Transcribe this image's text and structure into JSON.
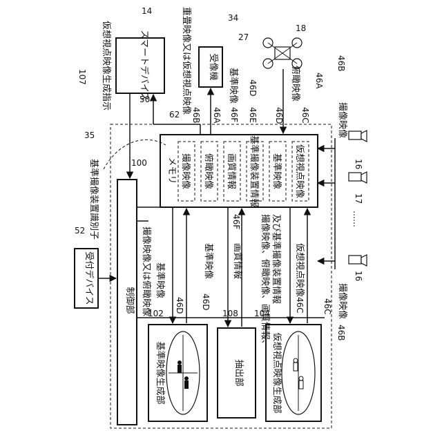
{
  "blocks": {
    "control": "制御部",
    "memory": "メモリ",
    "smart_device": "スマートデバイス",
    "receiver": "受像機",
    "accept_device": "受付デバイス",
    "ref_gen": "基準映像生成部",
    "extract": "抽出部",
    "virtual_gen": "仮想視点映像生成部"
  },
  "memory_items": [
    "撮像映像",
    "俯瞰映像",
    "画質情報",
    "基準撮像装置情報",
    "基準映像",
    "仮想視点映像"
  ],
  "signals": {
    "virtual_instruction": "仮想視点映像生成指示",
    "ref_camera_id": "基準撮像装置識別子",
    "superimposed": "重畳映像又は仮想視点映像",
    "ref_video_top": "基準映像",
    "birdseye_top": "俯瞰映像",
    "captured_birdseye": "撮像映像又は俯瞰映像",
    "ref_video": "基準映像",
    "ref_video_2": "基準映像",
    "quality_info": "画質情報",
    "combined_1": "撮像映像、俯瞰映像、画質情報、",
    "combined_2": "及び基準撮像装置情報",
    "virtual_video": "仮想視点映像",
    "captured_top": "撮像映像",
    "captured_bottom": "撮像映像"
  },
  "refs": {
    "r14": "14",
    "r34": "34",
    "r27": "27",
    "r18": "18",
    "r107": "107",
    "r35": "35",
    "r52": "52",
    "r100": "100",
    "r102": "102",
    "r108": "108",
    "r104": "104",
    "r46A_top": "46A",
    "r46B_top": "46B",
    "r46D_top": "46D",
    "r46B_mem": "46B",
    "r46A_mem": "46A",
    "r46F_mem": "46F",
    "r46E_mem": "46E",
    "r46D_mem": "46D",
    "r46C_mem": "46C",
    "r50": "50",
    "r62": "62",
    "r46F_mid": "46F",
    "r46D_mid": "46D",
    "r46C_mid": "46C",
    "r46D_low": "46D",
    "r46C_low": "46C",
    "r16_top": "16",
    "r17": "17",
    "r16_bot": "16",
    "r46B_bot": "46B"
  }
}
